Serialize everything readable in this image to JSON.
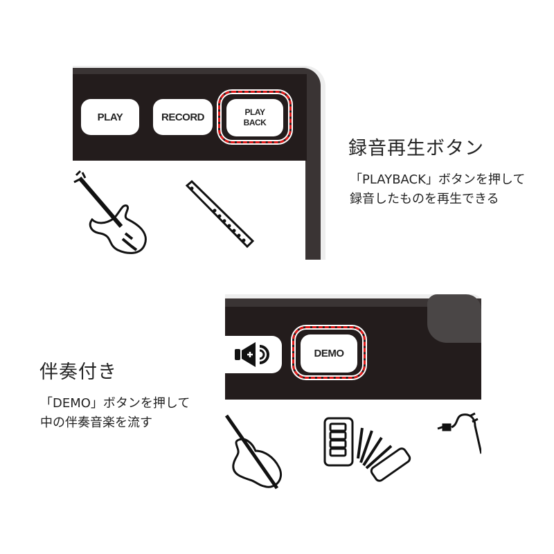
{
  "playback_panel": {
    "buttons": {
      "play": "PLAY",
      "record": "RECORD",
      "playback_line1": "PLAY",
      "playback_line2": "BACK"
    },
    "icons": [
      "electric-guitar-icon",
      "flute-icon"
    ]
  },
  "playback_feature": {
    "title": "録音再生ボタン",
    "description_lines": [
      "「PLAYBACK」ボタンを押して",
      "録音したものを再生できる"
    ]
  },
  "demo_panel": {
    "buttons": {
      "demo": "DEMO"
    },
    "icons": [
      "volume-up-icon",
      "cello-icon",
      "accordion-icon",
      "saxophone-icon"
    ]
  },
  "demo_feature": {
    "title": "伴奏付き",
    "description_lines": [
      "「DEMO」ボタンを押して",
      "中の伴奏音楽を流す"
    ]
  },
  "colors": {
    "panel": "#231c1c",
    "highlight": "#e01818"
  }
}
